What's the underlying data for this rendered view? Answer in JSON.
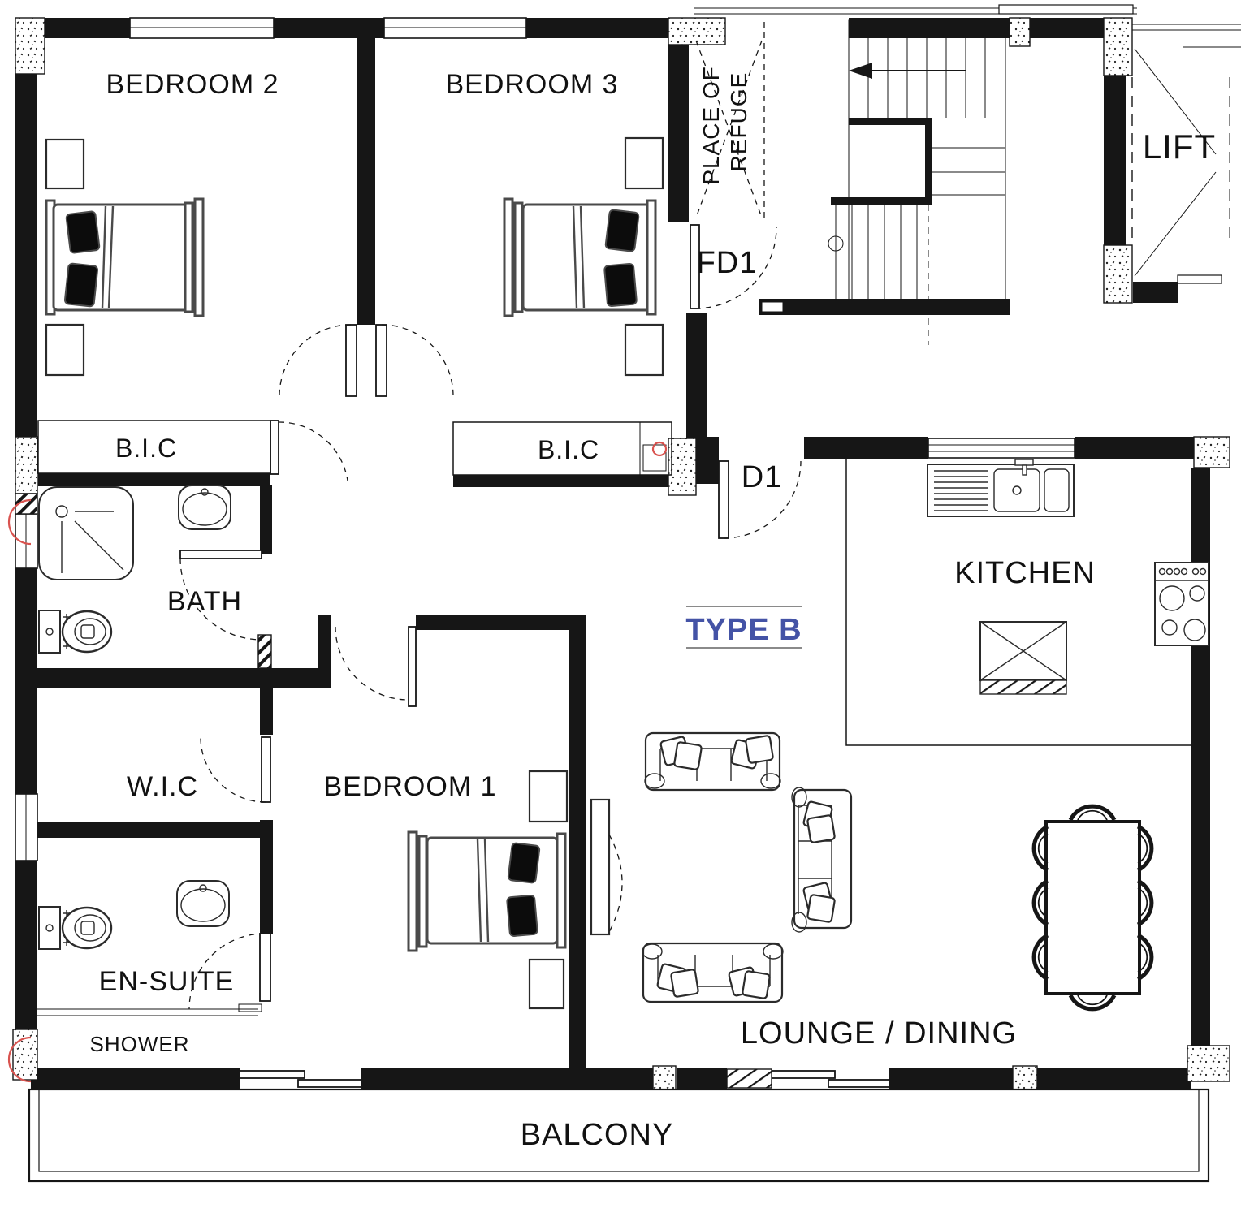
{
  "colors": {
    "wall": "#161616",
    "accent_blue": "#4453a6",
    "revision_red": "#d9534f"
  },
  "unit": {
    "type_label": "TYPE B"
  },
  "rooms": {
    "bedroom1": "BEDROOM 1",
    "bedroom2": "BEDROOM 2",
    "bedroom3": "BEDROOM 3",
    "bath": "BATH",
    "wic": "W.I.C",
    "ensuite": "EN-SUITE",
    "shower": "SHOWER",
    "kitchen": "KITCHEN",
    "lounge_dining": "LOUNGE / DINING",
    "balcony": "BALCONY",
    "bic": "B.I.C",
    "lift": "LIFT",
    "refuge_line1": "PLACE OF",
    "refuge_line2": "REFUGE"
  },
  "doors": {
    "entry_door": "D1",
    "fire_door": "FD1"
  }
}
